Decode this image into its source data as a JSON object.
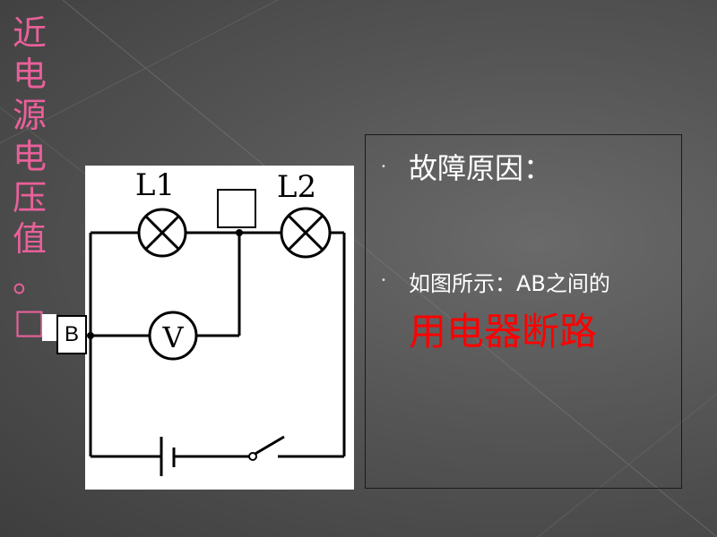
{
  "vertical_text": [
    "近",
    "电",
    "源",
    "电",
    "压",
    "值",
    "。",
    "□"
  ],
  "circuit": {
    "lamp1_label": "L1",
    "lamp2_label": "L2",
    "voltmeter_label": "V",
    "point_a_label": "",
    "point_b_label": "B"
  },
  "content": {
    "heading": "故障原因：",
    "detail": "如图所示：AB之间的",
    "conclusion": "用电器断路"
  },
  "colors": {
    "vertical_text": "#e9609a",
    "conclusion": "#ff0000",
    "text": "#ffffff"
  }
}
